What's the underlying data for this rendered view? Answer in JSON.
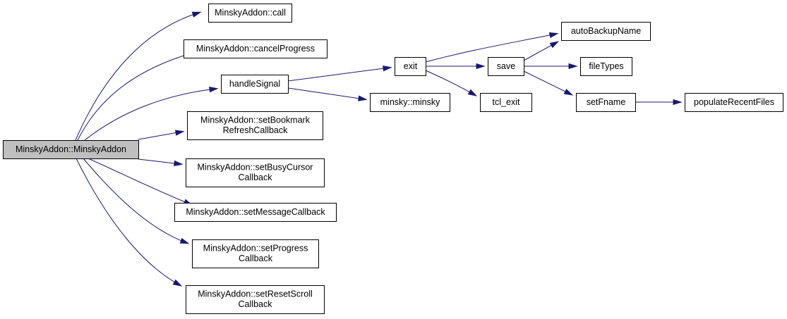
{
  "nodes": [
    {
      "id": "root",
      "lines": [
        "MinskyAddon::MinskyAddon"
      ],
      "root": true
    },
    {
      "id": "call",
      "lines": [
        "MinskyAddon::call"
      ]
    },
    {
      "id": "cancelProgress",
      "lines": [
        "MinskyAddon::cancelProgress"
      ]
    },
    {
      "id": "handleSignal",
      "lines": [
        "handleSignal"
      ]
    },
    {
      "id": "setBookmark",
      "lines": [
        "MinskyAddon::setBookmark",
        "RefreshCallback"
      ]
    },
    {
      "id": "setBusyCursor",
      "lines": [
        "MinskyAddon::setBusyCursor",
        "Callback"
      ]
    },
    {
      "id": "setMessage",
      "lines": [
        "MinskyAddon::setMessageCallback"
      ]
    },
    {
      "id": "setProgress",
      "lines": [
        "MinskyAddon::setProgress",
        "Callback"
      ]
    },
    {
      "id": "setResetScroll",
      "lines": [
        "MinskyAddon::setResetScroll",
        "Callback"
      ]
    },
    {
      "id": "exit",
      "lines": [
        "exit"
      ]
    },
    {
      "id": "minsky",
      "lines": [
        "minsky::minsky"
      ]
    },
    {
      "id": "autoBackupName",
      "lines": [
        "autoBackupName"
      ]
    },
    {
      "id": "save",
      "lines": [
        "save"
      ]
    },
    {
      "id": "tcl_exit",
      "lines": [
        "tcl_exit"
      ]
    },
    {
      "id": "fileTypes",
      "lines": [
        "fileTypes"
      ]
    },
    {
      "id": "setFname",
      "lines": [
        "setFname"
      ]
    },
    {
      "id": "populateRecentFiles",
      "lines": [
        "populateRecentFiles"
      ]
    }
  ],
  "edges": [
    {
      "from": "root",
      "to": "call"
    },
    {
      "from": "root",
      "to": "cancelProgress"
    },
    {
      "from": "root",
      "to": "handleSignal"
    },
    {
      "from": "root",
      "to": "setBookmark"
    },
    {
      "from": "root",
      "to": "setBusyCursor"
    },
    {
      "from": "root",
      "to": "setMessage"
    },
    {
      "from": "root",
      "to": "setProgress"
    },
    {
      "from": "root",
      "to": "setResetScroll"
    },
    {
      "from": "handleSignal",
      "to": "exit"
    },
    {
      "from": "handleSignal",
      "to": "minsky"
    },
    {
      "from": "exit",
      "to": "autoBackupName"
    },
    {
      "from": "exit",
      "to": "save"
    },
    {
      "from": "exit",
      "to": "tcl_exit"
    },
    {
      "from": "save",
      "to": "autoBackupName"
    },
    {
      "from": "save",
      "to": "fileTypes"
    },
    {
      "from": "save",
      "to": "setFname"
    },
    {
      "from": "setFname",
      "to": "populateRecentFiles"
    }
  ],
  "colors": {
    "edge": "#191970",
    "root_fill": "#bfbfbf",
    "node_fill": "#ffffff",
    "border": "#000000"
  }
}
